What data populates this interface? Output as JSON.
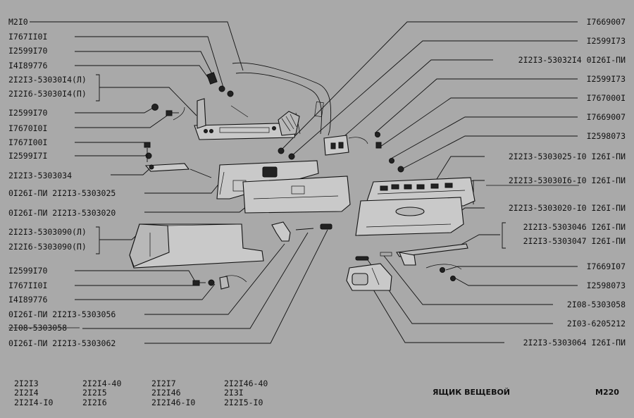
{
  "diagram": {
    "code_top": "M2I0",
    "left_labels": [
      "I767II0I",
      "I2599I70",
      "I4I89776",
      "2I2I3-53030I4(Л)",
      "2I2I6-53030I4(П)",
      "I2599I70",
      "I7670I0I",
      "I767I00I",
      "I2599I7I",
      "2I2I3-5303034",
      "0I26I-ПИ 2I2I3-5303025",
      "0I26I-ПИ 2I2I3-5303020",
      "2I2I3-5303090(Л)",
      "2I2I6-5303090(П)",
      "I2599I70",
      "I767II0I",
      "I4I89776",
      "0I26I-ПИ 2I2I3-5303056",
      "2I08-5303058",
      "0I26I-ПИ 2I2I3-5303062"
    ],
    "right_labels": [
      "I7669007",
      "I2599I73",
      "2I2I3-53032I4 0I26I-ПИ",
      "I2599I73",
      "I767000I",
      "I7669007",
      "I2598073",
      "2I2I3-5303025-I0 I26I-ПИ",
      "2I2I3-53030I6-I0 I26I-ПИ",
      "2I2I3-5303020-I0 I26I-ПИ",
      "2I2I3-5303046 I26I-ПИ",
      "2I2I3-5303047 I26I-ПИ",
      "I7669I07",
      "I2598073",
      "2I08-5303058",
      "2I03-6205212",
      "2I2I3-5303064 I26I-ПИ"
    ]
  },
  "footer": {
    "models_col1": [
      "2I2I3",
      "2I2I4",
      "2I2I4-I0"
    ],
    "models_col2": [
      "2I2I4-40",
      "2I2I5",
      "2I2I6"
    ],
    "models_col3": [
      "2I2I7",
      "2I2I46",
      "2I2I46-I0"
    ],
    "models_col4": [
      "2I2I46-40",
      "2I3I",
      "2I2I5-I0"
    ],
    "section_title": "ЯЩИК ВЕЩЕВОЙ",
    "page_code": "M220"
  }
}
